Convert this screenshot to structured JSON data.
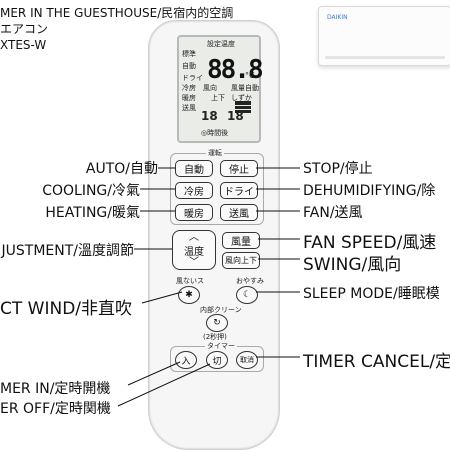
{
  "header": {
    "line1": "MER IN THE GUESTHOUSE/民宿内的空調",
    "line2": "エアコン",
    "line3": "XTES-W"
  },
  "aircon": {
    "brand": "DAIKIN"
  },
  "lcd": {
    "title": "設定温度",
    "mode_labels": [
      "標準",
      "自動",
      "ドライ",
      "冷房",
      "暖房",
      "送風"
    ],
    "big_value": "88.8",
    "unit": "°C",
    "wind_dir": "風向",
    "up_down": "上下",
    "fan_level": "風量自動",
    "quiet": "しずか",
    "timer_left": "18",
    "timer_right": "18",
    "timer_caption": "◎時間後"
  },
  "remote": {
    "panel_caption": "運転",
    "buttons": {
      "auto": "自動",
      "stop": "停止",
      "cool": "冷房",
      "dry": "ドライ",
      "heat": "暖房",
      "fan": "送風",
      "temp": "温度",
      "fan_speed": "風量",
      "swing": "風向上下",
      "indirect_caption": "風ないス",
      "sleep_caption": "おやすみ",
      "clean_caption": "内部クリーン",
      "clean_sub": "(2秒押)",
      "timer_caption": "タイマー",
      "timer_on": "入",
      "timer_off": "切",
      "timer_cancel": "取消"
    }
  },
  "labels": {
    "auto": "AUTO/自動",
    "cooling": "COOLING/冷氣",
    "heating": "HEATING/暖氣",
    "temp_adjust": "JUSTMENT/溫度調節",
    "indirect_wind": "CT WIND/非直吹",
    "timer_in": "MER IN/定時開機",
    "timer_off": "ER OFF/定時関機",
    "stop": "STOP/停止",
    "dehumidify": "DEHUMIDIFYING/除",
    "fan": "FAN/送風",
    "fan_speed": "FAN SPEED/風速",
    "swing": "SWING/風向",
    "sleep": "SLEEP MODE/睡眠模",
    "timer_cancel": "TIMER CANCEL/定"
  }
}
